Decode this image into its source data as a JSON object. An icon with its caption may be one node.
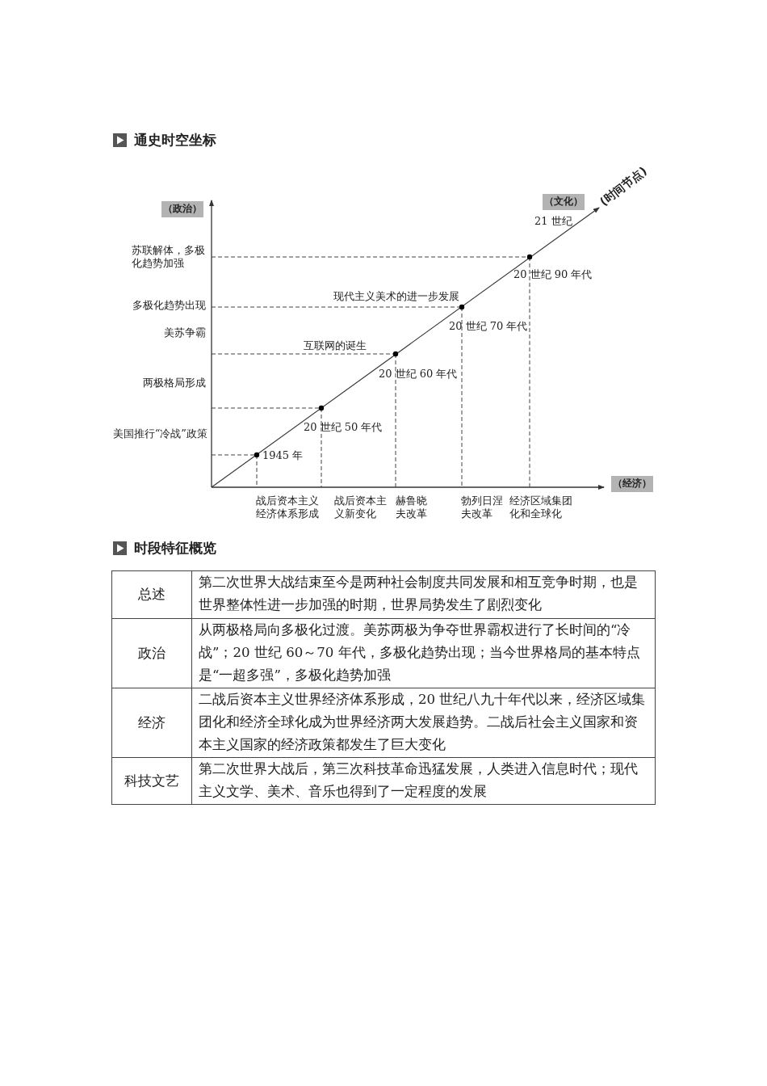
{
  "diagram": {
    "labels": [
      "通史时空坐标",
      "（政治）",
      "（文化）",
      "（经济）",
      "(时间节点)",
      "21 世纪",
      "苏联解体，多极化趋势加强",
      "20 世纪 90 年代",
      "现代主义美术的进一步发展",
      "多极化趋势出现",
      "20 世纪 70 年代",
      "美苏争霸",
      "互联网的诞生",
      "20 世纪 60 年代",
      "两极格局形成",
      "20 世纪 50 年代",
      "美国推行“冷战”政策",
      "1945 年",
      "战后资本主义经济体系形成",
      "战后资本主义新变化",
      "赫鲁晓夫改革",
      "勃列日涅夫改革",
      "经济区域集团化和全球化",
      "时段特征概览",
      "总述",
      "第二次世界大战结束至今是两种社会制度共同发展和相互竞争时期，也是世界整体性进一步加强的时期，世界局势发生了剧烈变化",
      "政治",
      "从两极格局向多极化过渡。美苏两极为争夺世界霸权进行了长时间的“冷战”；20 世纪 60～70 年代，多极化趋势出现；当今世界格局的基本特点是“一超多强”，多极化趋势加强",
      "经济",
      "二战后资本主义世界经济体系形成，20 世纪八九十年代以来，经济区域集团化和经济全球化成为世界经济两大发展趋势。二战后社会主义国家和资本主义国家的经济政策都发生了巨大变化",
      "科技文艺",
      "第二次世界大战后，第三次科技革命迅猛发展，人类进入信息时代；现代主义文学、美术、音乐也得到了一定程度的发展"
    ]
  }
}
